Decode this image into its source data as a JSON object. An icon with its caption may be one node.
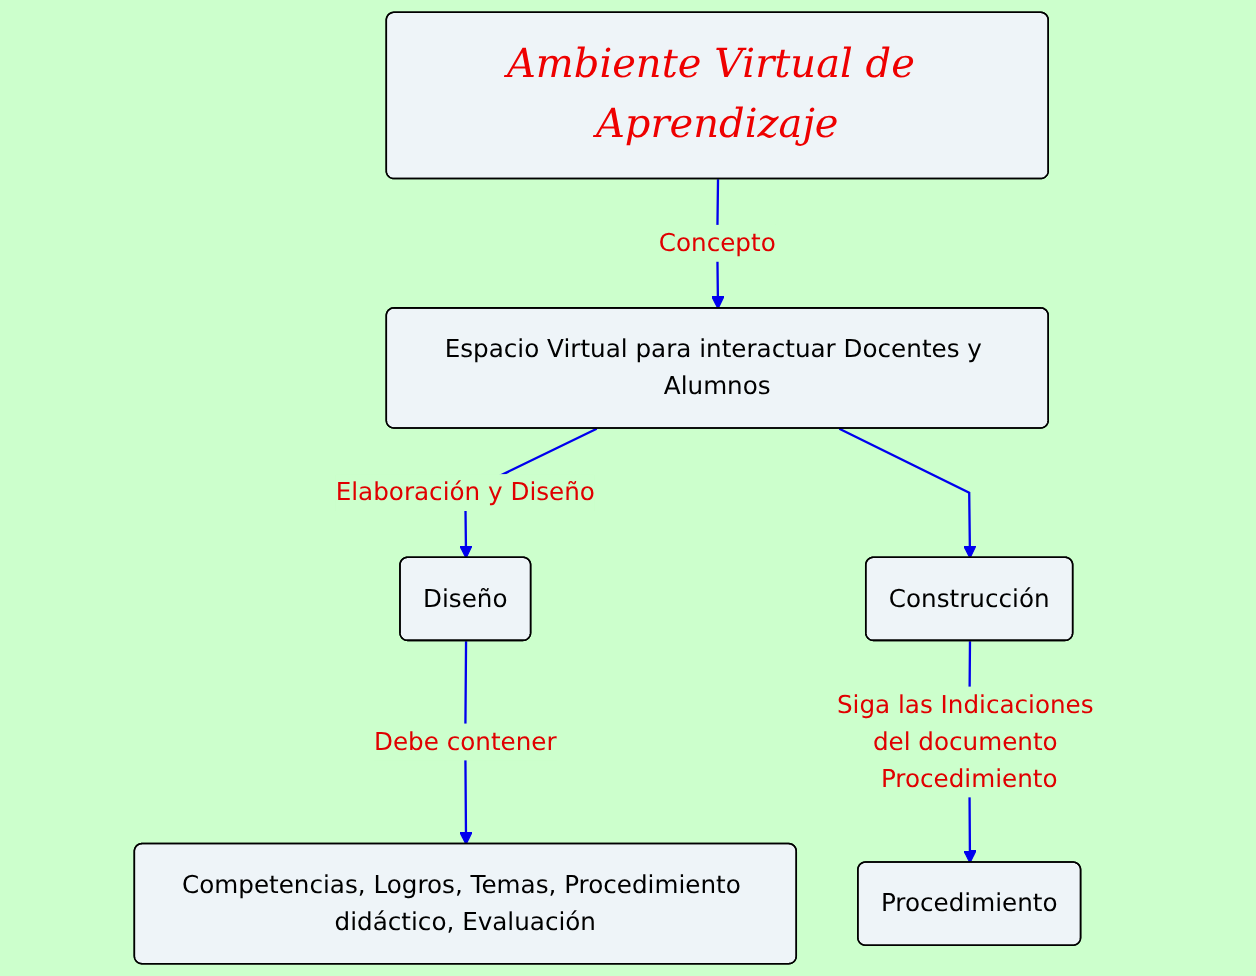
{
  "diagram": {
    "nodes": [
      {
        "text": [
          "Ambiente Virtual de Aprendizaje"
        ]
      },
      {
        "text": [
          "Espacio Virtual para interactuar Docentes y Alumnos"
        ]
      },
      {
        "text": [
          "Diseño"
        ]
      },
      {
        "text": [
          "Construcción"
        ]
      },
      {
        "text": [
          "Procedimiento"
        ]
      },
      {
        "text": [
          "Competencias, Logros, Temas, Procedimiento didáctico, Evaluación"
        ]
      }
    ],
    "edges": [
      {
        "from": 0,
        "to": 1,
        "arrow": "to",
        "label": "Concepto"
      },
      {
        "from": 1,
        "to": 2,
        "arrow": "to",
        "label": "Elaboración y Diseño"
      },
      {
        "from": 1,
        "to": 3,
        "arrow": "to"
      },
      {
        "from": 2,
        "to": 5,
        "arrow": "to",
        "label": "Debe contener"
      },
      {
        "from": 3,
        "to": 4,
        "arrow": "to",
        "label": "Siga las Indicaciones del documento Procedimiento"
      }
    ]
  }
}
